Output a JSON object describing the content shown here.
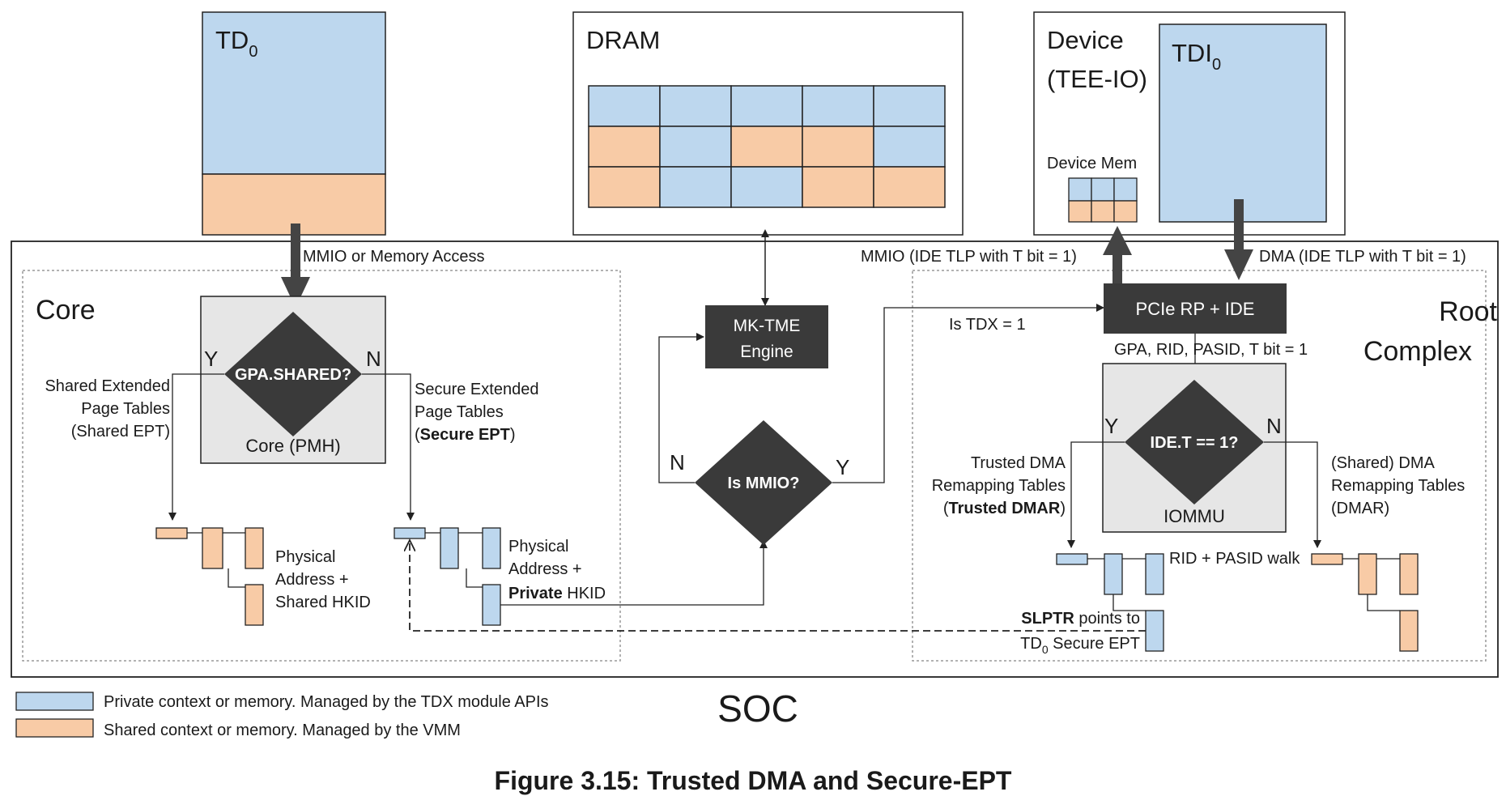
{
  "figure": {
    "caption": "Figure 3.15:  Trusted DMA and Secure-EPT",
    "caption_color": "#1f4e79"
  },
  "colors": {
    "private": "#bdd7ee",
    "shared": "#f8cba6",
    "gray_box": "#e6e6e6",
    "dark_box": "#3a3a3a",
    "line": "#222222"
  },
  "td": {
    "label": "TD",
    "sub": "0"
  },
  "dram": {
    "label": "DRAM",
    "grid": [
      [
        "private",
        "private",
        "private",
        "private",
        "private"
      ],
      [
        "shared",
        "private",
        "shared",
        "shared",
        "private"
      ],
      [
        "shared",
        "private",
        "private",
        "shared",
        "shared"
      ]
    ]
  },
  "device": {
    "line1": "Device",
    "line2": "(TEE-IO)",
    "tdi": "TDI",
    "tdi_sub": "0",
    "mem_label": "Device Mem"
  },
  "soc": {
    "label": "SOC"
  },
  "core": {
    "region_label": "Core",
    "decision": "GPA.SHARED?",
    "pmh": "Core (PMH)",
    "yes": "Y",
    "no": "N",
    "mmio_access": "MMIO or Memory Access",
    "shared_ept": [
      "Shared Extended",
      "Page Tables",
      "(Shared EPT)"
    ],
    "secure_ept": [
      "Secure Extended",
      "Page Tables"
    ],
    "secure_ept_paren_open": "(",
    "secure_ept_bold": "Secure EPT",
    "secure_ept_paren_close": ")",
    "phys_shared": [
      "Physical",
      "Address +",
      "Shared HKID"
    ],
    "phys_private": [
      "Physical",
      "Address +"
    ],
    "private_bold": "Private",
    "hkid": " HKID"
  },
  "mktme": {
    "line1": "MK-TME",
    "line2": "Engine"
  },
  "mmio_decision": {
    "label": "Is MMIO?",
    "yes": "Y",
    "no": "N"
  },
  "root": {
    "line1": "Root",
    "line2": "Complex",
    "pcie": "PCIe RP + IDE",
    "mmio_tlp": "MMIO (IDE TLP with T bit = 1)",
    "dma_tlp": "DMA (IDE TLP with T bit = 1)",
    "is_tdx": "Is TDX = 1",
    "gpa_rid": "GPA, RID, PASID, T bit = 1",
    "decision": "IDE.T == 1?",
    "iommu": "IOMMU",
    "yes": "Y",
    "no": "N",
    "trusted_dma": [
      "Trusted DMA",
      "Remapping Tables"
    ],
    "trusted_paren_open": "(",
    "trusted_bold": "Trusted DMAR",
    "trusted_paren_close": ")",
    "shared_dma": [
      "(Shared) DMA",
      "Remapping Tables",
      "(DMAR)"
    ],
    "rid_walk": "RID + PASID walk",
    "slptr_bold": "SLPTR",
    "slptr_rest": " points to",
    "slptr_line2": "TD",
    "slptr_sub": "0",
    "slptr_line2_rest": " Secure EPT"
  },
  "legend": [
    {
      "kind": "private",
      "label": "Private context or memory. Managed by the TDX module APIs"
    },
    {
      "kind": "shared",
      "label": "Shared context or memory. Managed by the VMM"
    }
  ]
}
